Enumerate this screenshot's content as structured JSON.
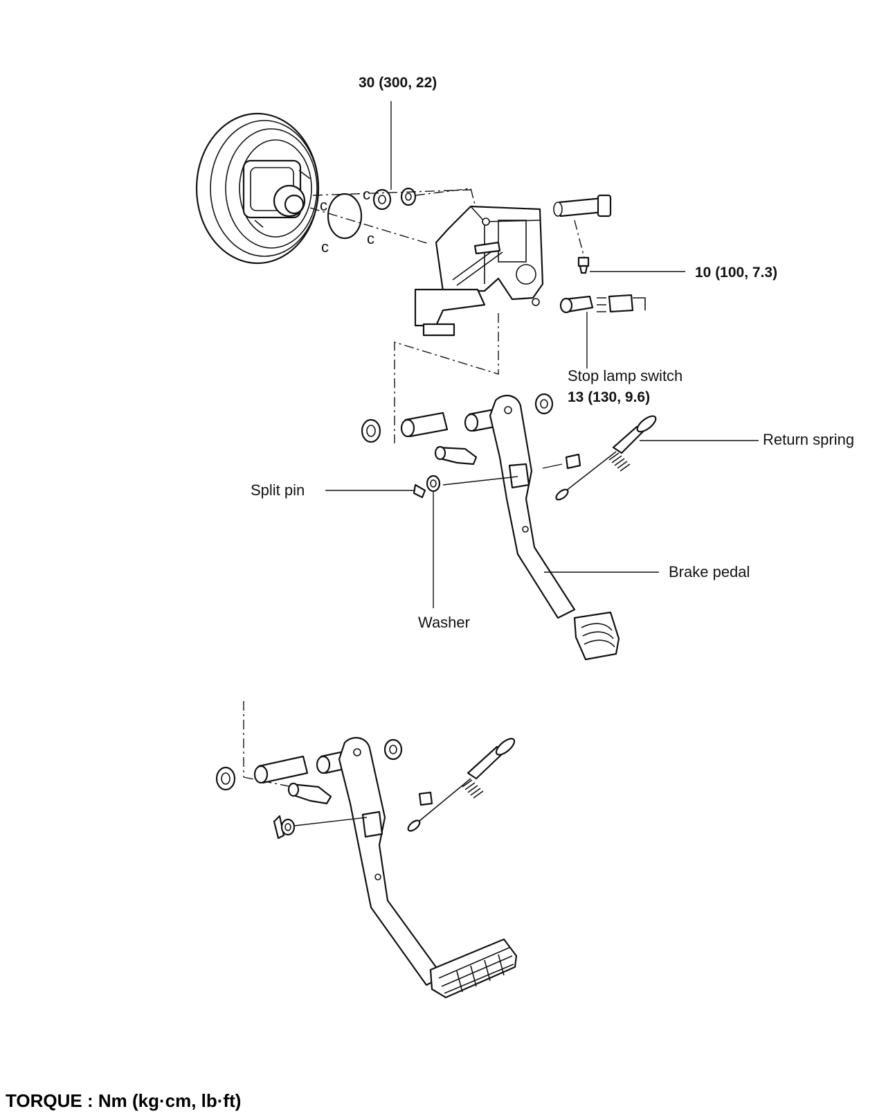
{
  "labels": {
    "torque_booster": "30 (300, 22)",
    "torque_bracket_bolt": "10 (100, 7.3)",
    "stop_lamp_switch": "Stop lamp switch",
    "torque_stop_lamp": "13 (130, 9.6)",
    "return_spring": "Return spring",
    "split_pin": "Split pin",
    "brake_pedal": "Brake pedal",
    "washer": "Washer"
  },
  "footer": {
    "torque_units": "TORQUE : Nm (kg·cm, lb·ft)"
  }
}
